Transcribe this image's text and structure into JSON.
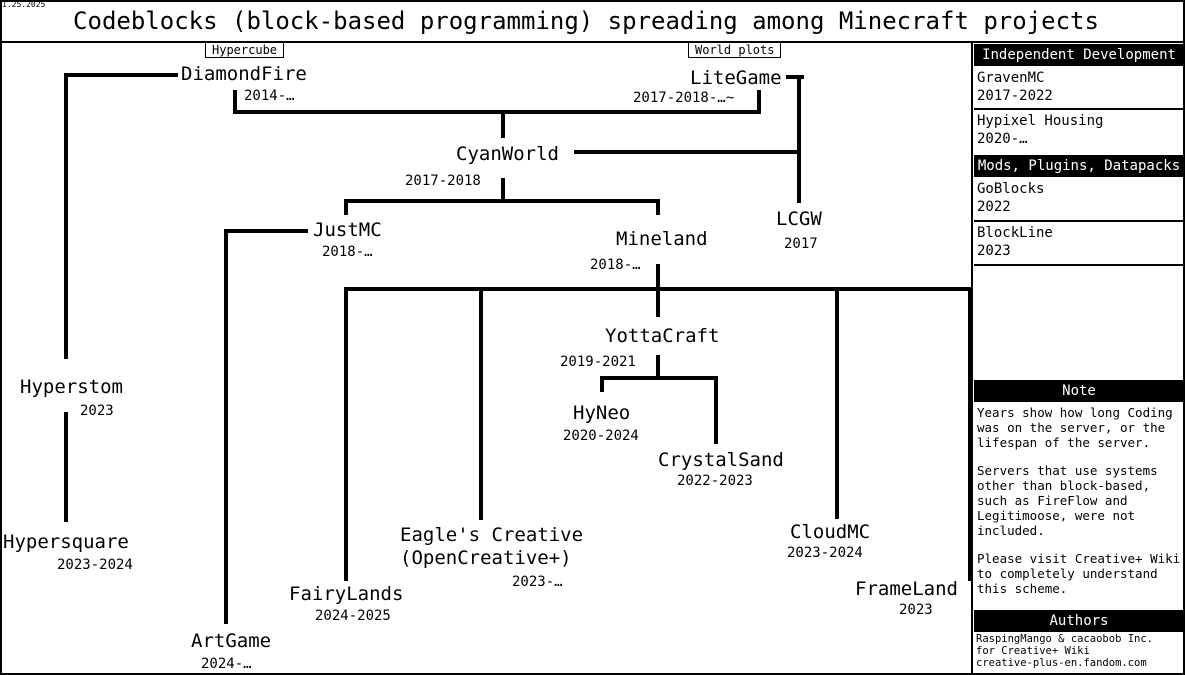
{
  "date": "1.25.2025",
  "title": "Codeblocks (block-based programming) spreading among Minecraft projects",
  "labels": {
    "hypercube": "Hypercube",
    "world_plots": "World plots"
  },
  "nodes": {
    "diamondfire": {
      "name": "DiamondFire",
      "years": "2014-…"
    },
    "litegame": {
      "name": "LiteGame",
      "years": "2017-2018-…~"
    },
    "cyanworld": {
      "name": "CyanWorld",
      "years": "2017-2018"
    },
    "justmc": {
      "name": "JustMC",
      "years": "2018-…"
    },
    "mineland": {
      "name": "Mineland",
      "years": "2018-…"
    },
    "lcgw": {
      "name": "LCGW",
      "years": "2017"
    },
    "yottacraft": {
      "name": "YottaCraft",
      "years": "2019-2021"
    },
    "hyneo": {
      "name": "HyNeo",
      "years": "2020-2024"
    },
    "crystalsand": {
      "name": "CrystalSand",
      "years": "2022-2023"
    },
    "hyperstom": {
      "name": "Hyperstom",
      "years": "2023"
    },
    "hypersquare": {
      "name": "Hypersquare",
      "years": "2023-2024"
    },
    "eagles": {
      "name1": "Eagle's Creative",
      "name2": "(OpenCreative+)",
      "years": "2023-…"
    },
    "cloudmc": {
      "name": "CloudMC",
      "years": "2023-2024"
    },
    "fairylands": {
      "name": "FairyLands",
      "years": "2024-2025"
    },
    "frameland": {
      "name": "FrameLand",
      "years": "2023"
    },
    "artgame": {
      "name": "ArtGame",
      "years": "2024-…"
    }
  },
  "sidebar": {
    "independent": {
      "header": "Independent Development",
      "items": [
        {
          "name": "GravenMC",
          "years": "2017-2022"
        },
        {
          "name": "Hypixel Housing",
          "years": "2020-…"
        }
      ]
    },
    "mods": {
      "header": "Mods, Plugins, Datapacks",
      "items": [
        {
          "name": "GoBlocks",
          "years": "2022"
        },
        {
          "name": "BlockLine",
          "years": "2023"
        }
      ]
    },
    "note": {
      "header": "Note",
      "p1": "Years show how long Coding was on the server, or the lifespan of the server.",
      "p2": "Servers that use systems other than block-based, such as FireFlow and Legitimoose, were not included.",
      "p3": "Please visit Creative+ Wiki to completely understand this scheme."
    },
    "authors": {
      "header": "Authors",
      "line1": "RaspingMango & cacaobob Inc.",
      "line2": "for Creative+ Wiki",
      "line3": "creative-plus-en.fandom.com"
    }
  }
}
